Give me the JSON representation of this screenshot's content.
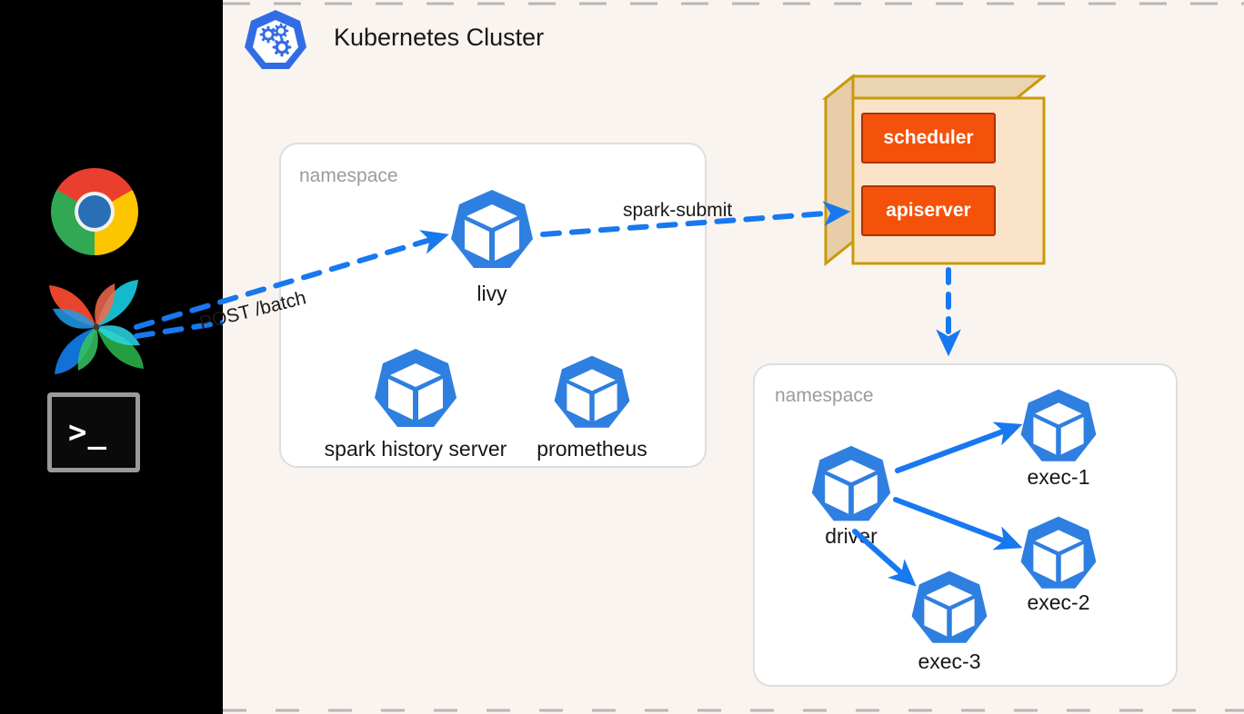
{
  "canvas": {
    "background_color": "#F9F4F0",
    "dock_background_color": "#000000"
  },
  "cluster": {
    "title": "Kubernetes Cluster",
    "logo_icon": "kubernetes-logo-icon",
    "logo_color": "#326CE5"
  },
  "dock": {
    "icons": [
      {
        "name": "chrome-icon",
        "label": "Google Chrome"
      },
      {
        "name": "airflow-icon",
        "label": "Apache Airflow"
      },
      {
        "name": "terminal-icon",
        "label": "Terminal",
        "glyph": ">_"
      }
    ]
  },
  "namespaces": [
    {
      "id": "apps",
      "label": "namespace",
      "pods": [
        {
          "name": "livy",
          "label": "livy"
        },
        {
          "name": "spark-history-server",
          "label": "spark history server"
        },
        {
          "name": "prometheus",
          "label": "prometheus"
        }
      ]
    },
    {
      "id": "executors",
      "label": "namespace",
      "pods": [
        {
          "name": "driver",
          "label": "driver"
        },
        {
          "name": "exec-1",
          "label": "exec-1"
        },
        {
          "name": "exec-2",
          "label": "exec-2"
        },
        {
          "name": "exec-3",
          "label": "exec-3"
        }
      ]
    }
  ],
  "control_plane": {
    "box_fill": "#FAE3C8",
    "box_side_fill": "#E7CDA8",
    "box_border": "#C99A09",
    "components": [
      {
        "name": "scheduler",
        "label": "scheduler"
      },
      {
        "name": "apiserver",
        "label": "apiserver"
      }
    ],
    "component_fill": "#F4510A",
    "component_border": "#B03007"
  },
  "edges": [
    {
      "name": "post-batch",
      "label": "POST /batch",
      "style": "dashed",
      "from": "airflow-icon",
      "to": "livy"
    },
    {
      "name": "spark-submit",
      "label": "spark-submit",
      "style": "dashed",
      "from": "livy",
      "to": "apiserver"
    },
    {
      "name": "apiserver-to-namespace",
      "label": "",
      "style": "dashed",
      "from": "apiserver",
      "to": "executors-namespace"
    },
    {
      "name": "driver-to-exec-1",
      "label": "",
      "style": "solid",
      "from": "driver",
      "to": "exec-1"
    },
    {
      "name": "driver-to-exec-2",
      "label": "",
      "style": "solid",
      "from": "driver",
      "to": "exec-2"
    },
    {
      "name": "driver-to-exec-3",
      "label": "",
      "style": "solid",
      "from": "driver",
      "to": "exec-3"
    }
  ],
  "colors": {
    "pod_blue": "#2F7FE0",
    "arrow_blue": "#1878F0",
    "namespace_border": "#DEDEDE",
    "namespace_label": "#9B9B9B",
    "text": "#171717"
  }
}
